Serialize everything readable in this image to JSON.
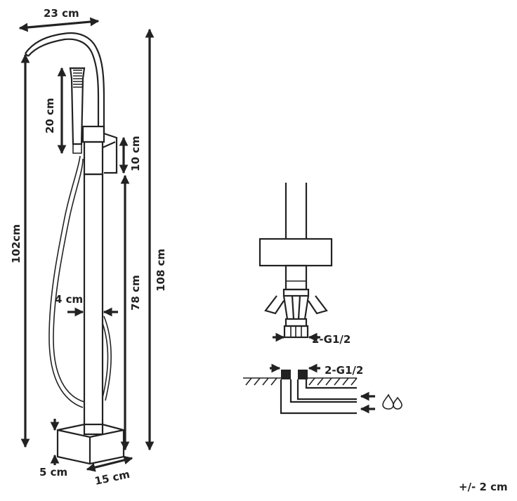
{
  "dimensions": {
    "spout_width": "23 cm",
    "total_height": "108 cm",
    "spout_height": "102cm",
    "handshower_length": "20 cm",
    "mixer_height": "10 cm",
    "pillar_height": "78 cm",
    "pillar_width": "4 cm",
    "base_height": "5 cm",
    "base_width": "15 cm",
    "tolerance": "+/- 2 cm"
  },
  "connections": {
    "upper_thread": "2-G1/2",
    "lower_thread": "2-G1/2"
  },
  "icons": {
    "water": "water-drops-icon"
  }
}
